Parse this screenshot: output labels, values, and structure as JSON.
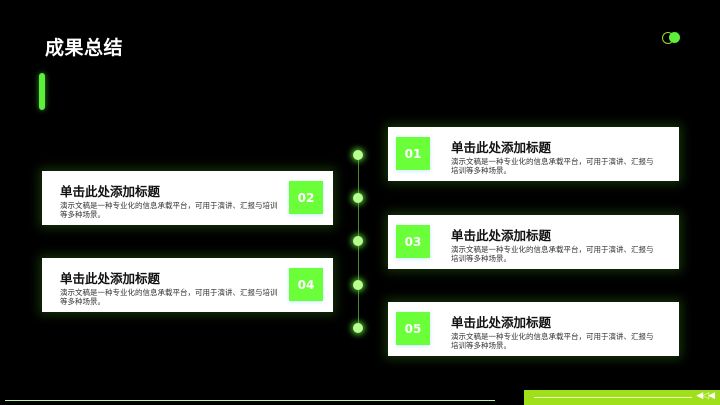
{
  "slide": {
    "title": "成果总结",
    "accent_color": "#6bff3a"
  },
  "items": [
    {
      "num": "01",
      "title": "单击此处添加标题",
      "text": "演示文稿是一种专业化的信息承载平台，可用于演讲、汇报与培训等多种场景。"
    },
    {
      "num": "02",
      "title": "单击此处添加标题",
      "text": "演示文稿是一种专业化的信息承载平台，可用于演讲、汇报与培训等多种场景。"
    },
    {
      "num": "03",
      "title": "单击此处添加标题",
      "text": "演示文稿是一种专业化的信息承载平台，可用于演讲、汇报与培训等多种场景。"
    },
    {
      "num": "04",
      "title": "单击此处添加标题",
      "text": "演示文稿是一种专业化的信息承载平台，可用于演讲、汇报与培训等多种场景。"
    },
    {
      "num": "05",
      "title": "单击此处添加标题",
      "text": "演示文稿是一种专业化的信息承载平台，可用于演讲、汇报与培训等多种场景。"
    }
  ],
  "footer": {
    "nav_icon": "◀◁◀"
  }
}
